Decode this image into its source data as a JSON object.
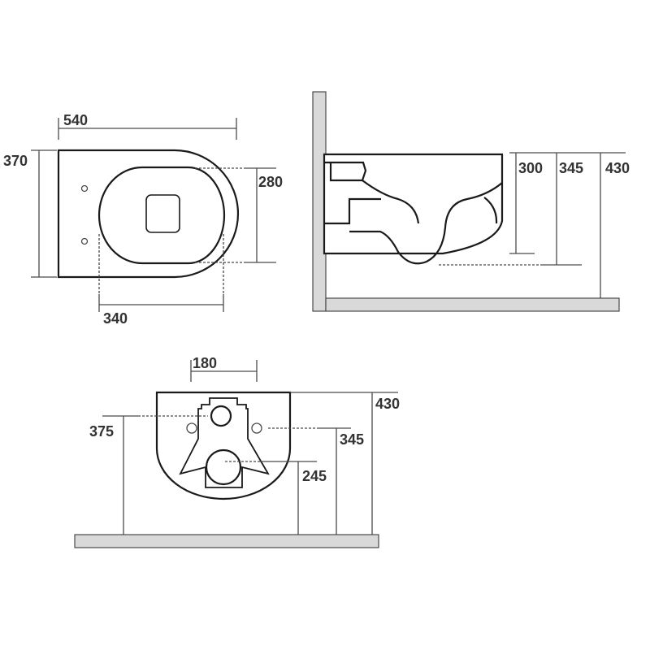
{
  "title": "Wall-hung toilet dimension drawing",
  "top_view": {
    "width_label": "540",
    "depth_label": "370",
    "seat_depth_label": "280",
    "seat_width_label": "340"
  },
  "side_view": {
    "height_labels": [
      "300",
      "345",
      "430"
    ]
  },
  "rear_view": {
    "fixing_spacing_label": "180",
    "overall_height_label": "430",
    "inlet_height_label": "375",
    "fixing_height_label": "345",
    "outlet_height_label": "245"
  }
}
